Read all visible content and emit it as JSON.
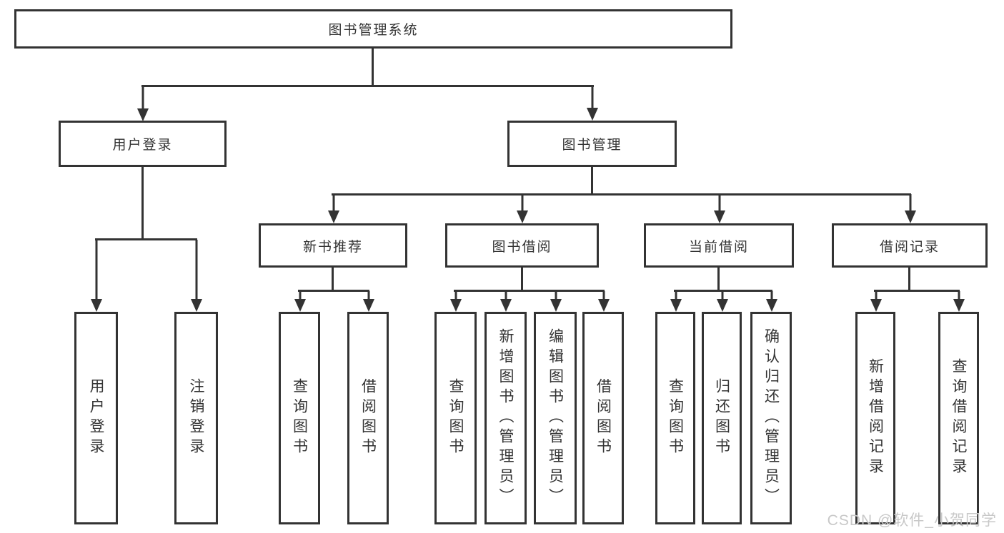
{
  "diagram": {
    "root": {
      "label": "图书管理系统"
    },
    "level2": {
      "user_login": {
        "label": "用户登录"
      },
      "book_management": {
        "label": "图书管理"
      }
    },
    "level3": {
      "new_book_recommend": {
        "label": "新书推荐"
      },
      "book_borrow": {
        "label": "图书借阅"
      },
      "current_borrow": {
        "label": "当前借阅"
      },
      "borrow_records": {
        "label": "借阅记录"
      }
    },
    "leaves": {
      "user_login": [
        {
          "label": "用户登录"
        },
        {
          "label": "注销登录"
        }
      ],
      "new_book_recommend": [
        {
          "label": "查询图书"
        },
        {
          "label": "借阅图书"
        }
      ],
      "book_borrow": [
        {
          "label": "查询图书"
        },
        {
          "label": "新增图书（管理员）"
        },
        {
          "label": "编辑图书（管理员）"
        },
        {
          "label": "借阅图书"
        }
      ],
      "current_borrow": [
        {
          "label": "查询图书"
        },
        {
          "label": "归还图书"
        },
        {
          "label": "确认归还（管理员）"
        }
      ],
      "borrow_records": [
        {
          "label": "新增借阅记录"
        },
        {
          "label": "查询借阅记录"
        }
      ]
    }
  },
  "watermark": {
    "text": "CSDN @软件_小贺同学"
  },
  "colors": {
    "line": "#333333",
    "text": "#333333",
    "watermark": "#c8c8c8",
    "background": "#ffffff"
  }
}
